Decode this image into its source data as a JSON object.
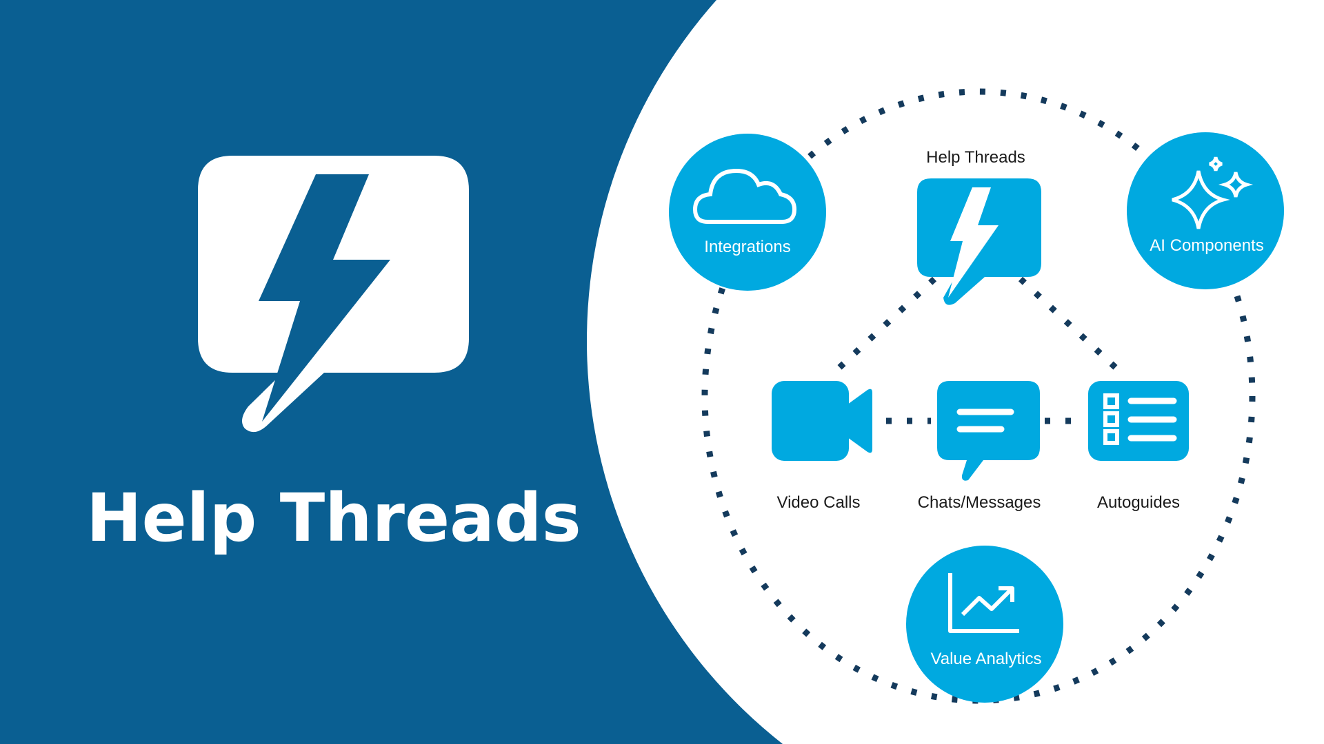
{
  "title": "Help Threads",
  "colors": {
    "background": "#0a5f92",
    "accent": "#00a9e0",
    "dots": "#143a5c"
  },
  "diagram": {
    "center_label": "Help Threads",
    "outer_nodes": [
      {
        "label": "Integrations",
        "icon": "cloud-icon"
      },
      {
        "label": "AI Components",
        "icon": "sparkles-icon"
      },
      {
        "label": "Value Analytics",
        "icon": "trend-chart-icon"
      }
    ],
    "inner_nodes": [
      {
        "label": "Video Calls",
        "icon": "video-camera-icon"
      },
      {
        "label": "Chats/Messages",
        "icon": "chat-bubble-icon"
      },
      {
        "label": "Autoguides",
        "icon": "checklist-icon"
      }
    ]
  }
}
